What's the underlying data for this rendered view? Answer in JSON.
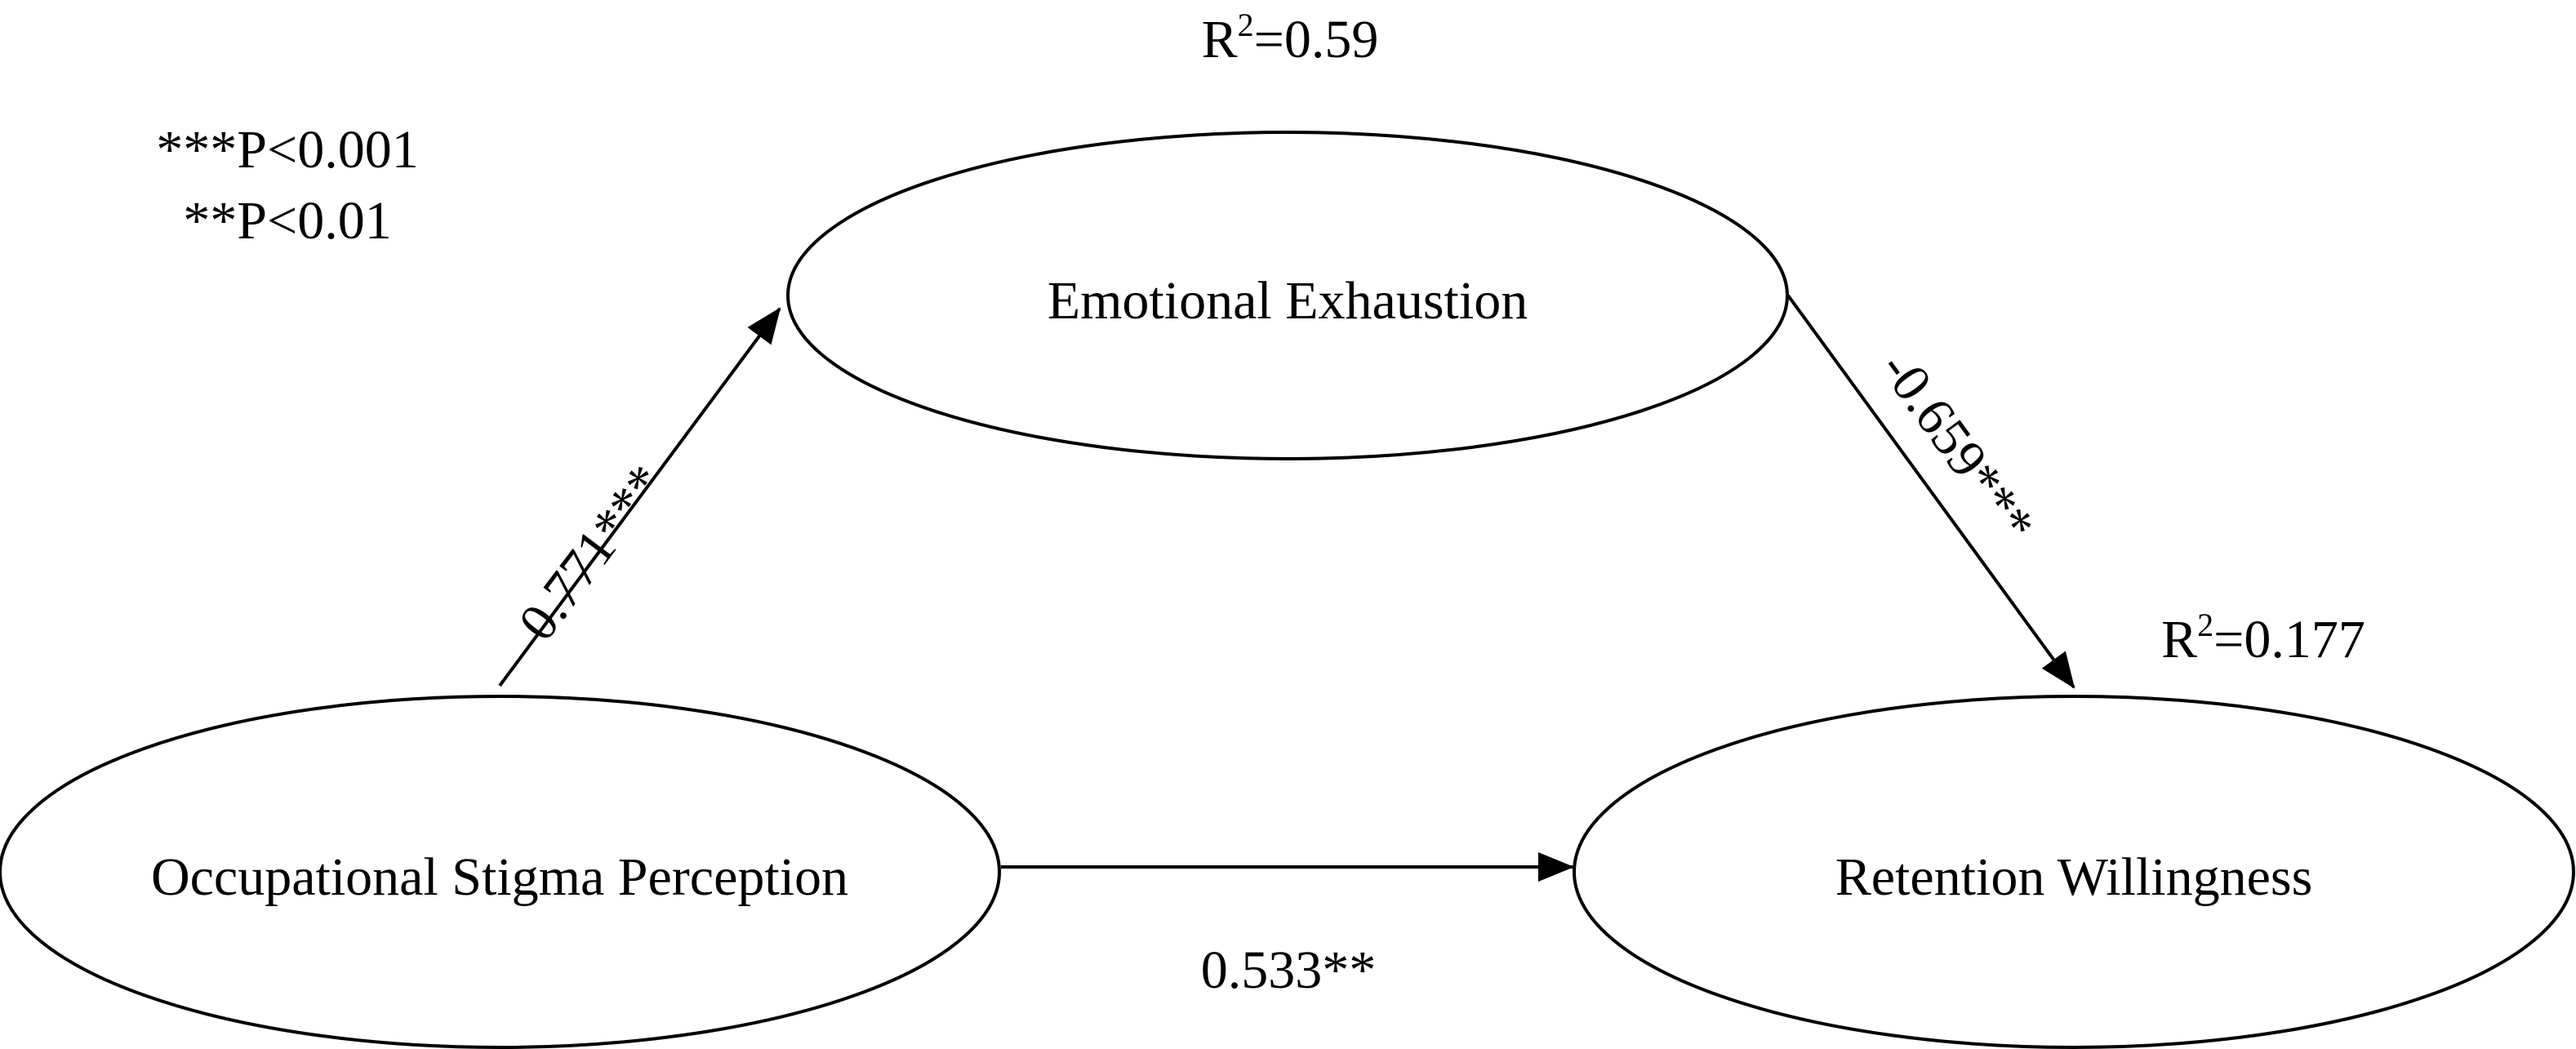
{
  "legend": {
    "line1": "***P<0.001",
    "line2": "**P<0.01"
  },
  "nodes": {
    "mediator": {
      "label": "Emotional Exhaustion",
      "r2_prefix": "R",
      "r2_sup": "2",
      "r2_value": "=0.59"
    },
    "independent": {
      "label": "Occupational Stigma Perception"
    },
    "dependent": {
      "label": "Retention Willingness",
      "r2_prefix": "R",
      "r2_sup": "2",
      "r2_value": "=0.177"
    }
  },
  "paths": {
    "a": {
      "label": "0.771***"
    },
    "b": {
      "label": "-0.659***"
    },
    "c": {
      "label": "0.533**"
    }
  },
  "colors": {
    "stroke": "#000000",
    "background": "#ffffff"
  }
}
